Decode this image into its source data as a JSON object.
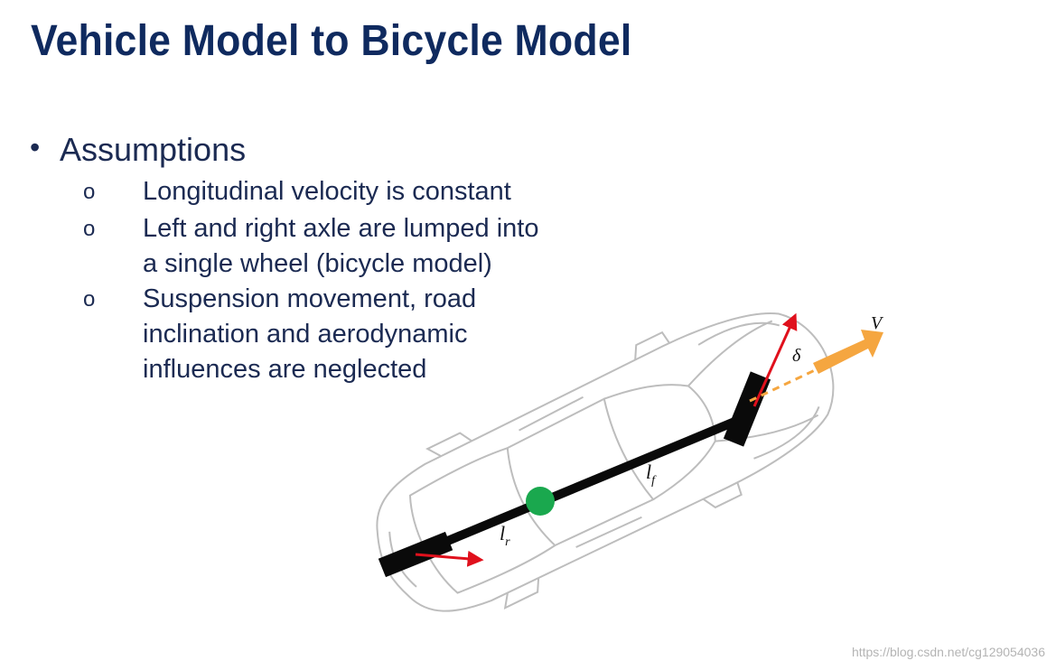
{
  "title": "Vehicle Model to Bicycle Model",
  "bullets": {
    "main": "Assumptions",
    "sub_marker": "o",
    "items": [
      {
        "lines": [
          "Longitudinal velocity is constant"
        ]
      },
      {
        "lines": [
          "Left and right axle are lumped into",
          "a single wheel (bicycle model)"
        ]
      },
      {
        "lines": [
          "Suspension movement, road",
          "inclination and aerodynamic",
          "influences are neglected"
        ]
      }
    ]
  },
  "diagram": {
    "labels": {
      "velocity": "V",
      "steering_angle": "δ",
      "front_length": "l",
      "front_length_sub": "f",
      "rear_length": "l",
      "rear_length_sub": "r"
    },
    "colors": {
      "wheelbase": "#0a0a0a",
      "center_of_gravity": "#1aa84e",
      "wheel_velocity_arrow": "#e0101c",
      "velocity_arrow": "#f5a640",
      "car_outline": "#bdbdbd"
    }
  },
  "watermark": "https://blog.csdn.net/cg129054036"
}
